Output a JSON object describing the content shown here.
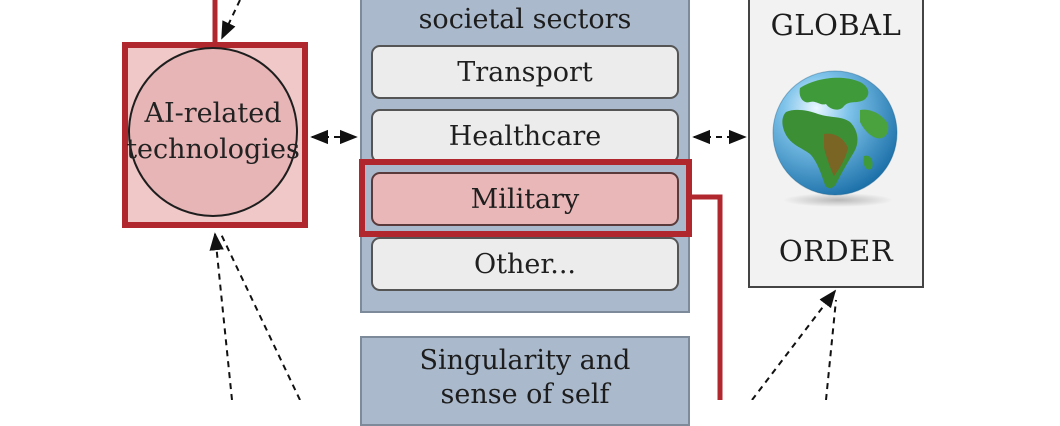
{
  "ai_block": {
    "label_line1": "AI-related",
    "label_line2": "technologies"
  },
  "sectors": {
    "title_line": "societal sectors",
    "items": [
      {
        "label": "Transport",
        "highlighted": false
      },
      {
        "label": "Healthcare",
        "highlighted": false
      },
      {
        "label": "Military",
        "highlighted": true
      },
      {
        "label": "Other...",
        "highlighted": false
      }
    ]
  },
  "global_order": {
    "top_label": "GLOBAL",
    "bottom_label": "ORDER",
    "icon": "globe-icon"
  },
  "singularity": {
    "line1": "Singularity and",
    "line2": "sense of self"
  },
  "colors": {
    "highlight_red": "#b0282e",
    "ai_fill": "#f0c8c8",
    "panel_blue": "#aab9cb",
    "sector_fill": "#ececec",
    "military_fill": "#e9b7b8"
  }
}
